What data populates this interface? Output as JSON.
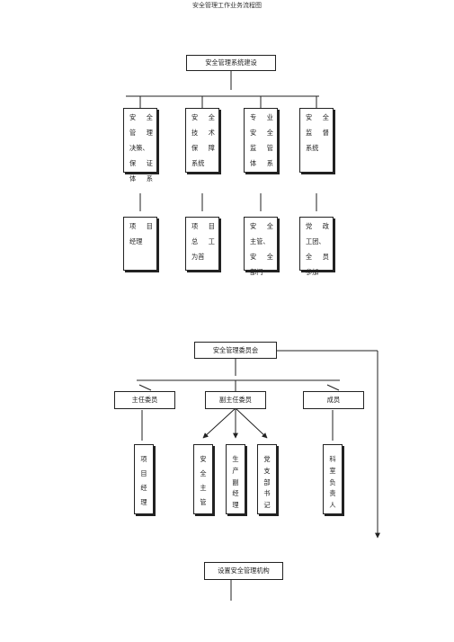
{
  "page_title": "安全管理工作业务流程图",
  "diagram1": {
    "root": "安全管理系统建设",
    "systems": [
      {
        "lines": [
          [
            "安",
            "全"
          ],
          [
            "管",
            "理"
          ],
          [
            "决策、",
            ""
          ],
          [
            "保",
            "证"
          ],
          [
            "体",
            "系"
          ]
        ]
      },
      {
        "lines": [
          [
            "安",
            "全"
          ],
          [
            "技",
            "术"
          ],
          [
            "保",
            "障"
          ],
          [
            "系统",
            ""
          ]
        ]
      },
      {
        "lines": [
          [
            "专",
            "业"
          ],
          [
            "安",
            "全"
          ],
          [
            "监",
            "管"
          ],
          [
            "体",
            "系"
          ]
        ]
      },
      {
        "lines": [
          [
            "安",
            "全"
          ],
          [
            "监",
            "督"
          ],
          [
            "系统",
            ""
          ]
        ]
      }
    ],
    "leads": [
      {
        "lines": [
          [
            "项",
            "目"
          ],
          [
            "经理",
            ""
          ]
        ]
      },
      {
        "lines": [
          [
            "项",
            "目"
          ],
          [
            "总",
            "工"
          ],
          [
            "为首",
            ""
          ]
        ]
      },
      {
        "lines": [
          [
            "安",
            "全"
          ],
          [
            "主管、",
            ""
          ],
          [
            "安",
            "全"
          ],
          [
            "部门",
            ""
          ]
        ]
      },
      {
        "lines": [
          [
            "党",
            "政"
          ],
          [
            "工团、",
            ""
          ],
          [
            "全",
            "员"
          ],
          [
            "参加",
            ""
          ]
        ]
      }
    ]
  },
  "diagram2": {
    "root": "安全管理委员会",
    "director": "主任委员",
    "vice_director": "副主任委员",
    "members": "成员",
    "director_sub": [
      "项",
      "目",
      "经",
      "理"
    ],
    "vice_subs": [
      [
        "安",
        "全",
        "主",
        "管"
      ],
      [
        "生",
        "产",
        "副",
        "经",
        "理"
      ],
      [
        "党",
        "支",
        "部",
        "书",
        "记"
      ]
    ],
    "members_sub": [
      "科",
      "室",
      "负",
      "责",
      "人"
    ],
    "bottom": "设置安全管理机构"
  }
}
